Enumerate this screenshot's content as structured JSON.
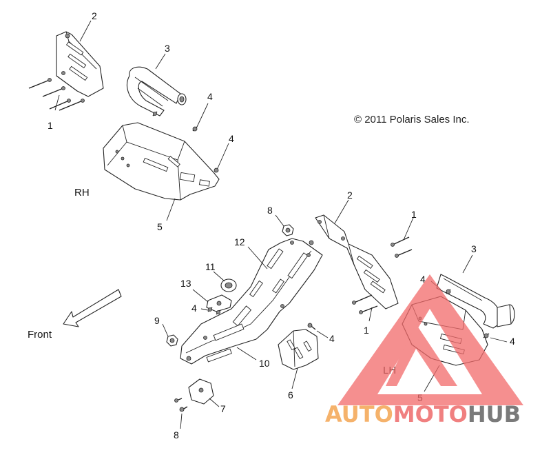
{
  "copyright": "© 2011 Polaris Sales Inc.",
  "labels": {
    "rh": "RH",
    "lh": "LH",
    "front": "Front"
  },
  "callouts": {
    "rh_bracket": "2",
    "rh_bolts": "1",
    "rh_muffler": "3",
    "rh_screw_upper": "4",
    "rh_screw_lower": "4",
    "rh_shield": "5",
    "lh_bracket": "2",
    "lh_bolts_upper": "1",
    "lh_bolts_lower": "1",
    "lh_muffler": "3",
    "lh_screw_upper": "4",
    "lh_screw_right": "4",
    "lh_shield": "5",
    "center_screw": "4",
    "plate_screw": "4",
    "nut_top": "8",
    "nut_bottom": "8",
    "nut_left": "9",
    "skid_plate": "12",
    "skid_lower": "10",
    "grommet": "11",
    "mount_13": "13",
    "bracket_6": "6",
    "bracket_7": "7"
  },
  "watermark": {
    "part1": "AUTO",
    "part2": "MOTO",
    "part3": "HUB",
    "color_orange": "#f5b26b",
    "color_red": "#f08080",
    "color_gray": "#7a7a7a",
    "triangle_color": "#f26a6a"
  }
}
